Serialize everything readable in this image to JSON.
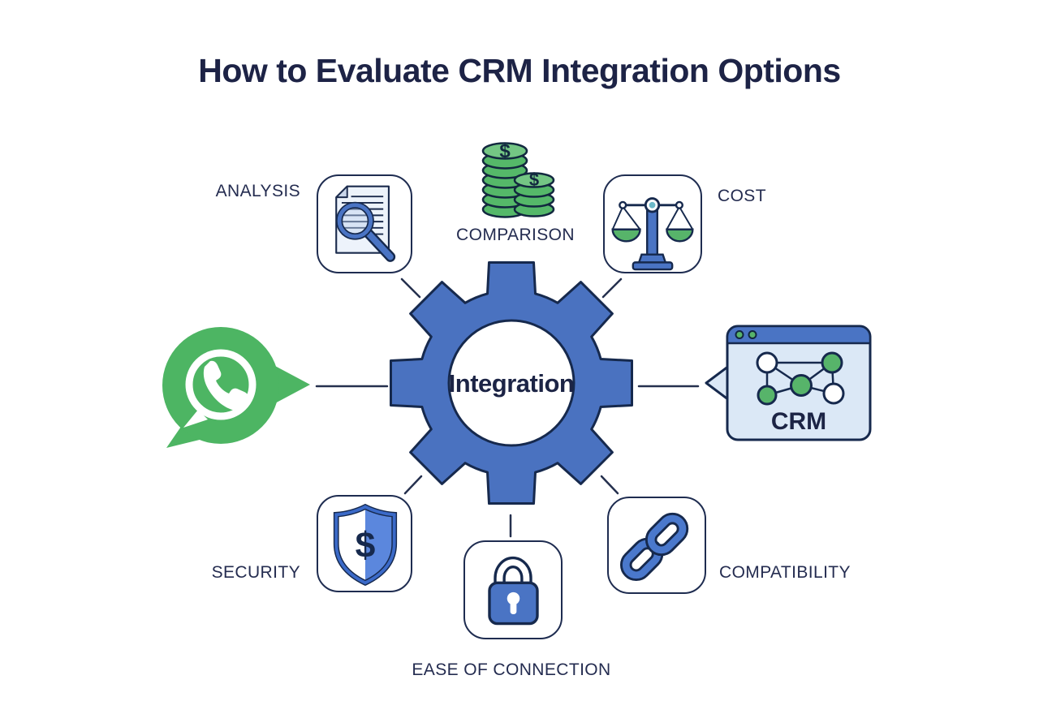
{
  "title": "How to Evaluate CRM Integration Options",
  "center": {
    "label": "Integration",
    "icon": "gear-icon"
  },
  "nodes": {
    "analysis": {
      "label": "ANALYSIS",
      "icon": "document-magnifier-icon"
    },
    "comparison": {
      "label": "COMPARISON",
      "icon": "coin-stacks-icon"
    },
    "cost": {
      "label": "COST",
      "icon": "balance-scale-icon"
    },
    "whatsapp": {
      "icon": "whatsapp-icon"
    },
    "crm": {
      "label": "CRM",
      "icon": "browser-network-icon"
    },
    "security": {
      "label": "SECURITY",
      "icon": "shield-dollar-icon"
    },
    "ease": {
      "label": "EASE OF CONNECTION",
      "icon": "padlock-icon"
    },
    "compatibility": {
      "label": "COMPATIBILITY",
      "icon": "chain-links-icon"
    }
  },
  "glyphs": {
    "dollar": "$"
  },
  "colors": {
    "primary_blue": "#4a72c0",
    "navy_outline": "#16294d",
    "text_navy": "#1d2346",
    "green": "#4db563",
    "light_blue_fill": "#dbe8f6"
  }
}
